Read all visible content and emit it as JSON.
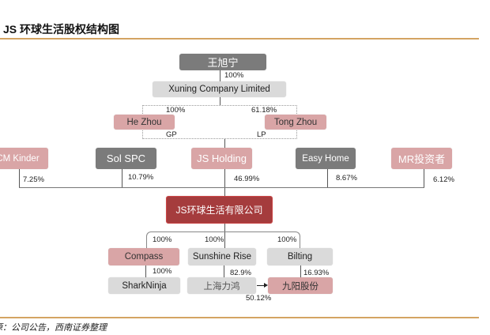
{
  "title": "JS 环球生活股权结构图",
  "source": "源：公司公告，西南证券整理",
  "nodes": {
    "wang": "王旭宁",
    "xuning": "Xuning Company Limited",
    "hezhou": "He Zhou",
    "tongzhou": "Tong Zhou",
    "cmkinder": "CM Kinder",
    "solspc": "Sol SPC",
    "jsholding": "JS Holding",
    "easyhome": "Easy Home",
    "mr": "MR投资者",
    "jsglobal": "JS环球生活有限公司",
    "compass": "Compass",
    "sunshine": "Sunshine Rise",
    "bilting": "Bilting",
    "sharkninja": "SharkNinja",
    "shanghai": "上海力鸿",
    "joyoung": "九阳股份"
  },
  "labels": {
    "wang_xuning": "100%",
    "hezhou": "100%",
    "tongzhou": "61.18%",
    "gp": "GP",
    "lp": "LP",
    "cmkinder": "7.25%",
    "solspc": "10.79%",
    "jsholding": "46.99%",
    "easyhome": "8.67%",
    "mr": "6.12%",
    "compass": "100%",
    "sunshine": "100%",
    "bilting": "100%",
    "sharkninja": "100%",
    "shanghai": "82.9%",
    "bilting_joyoung": "16.93%",
    "shanghai_joyoung": "50.12%"
  }
}
